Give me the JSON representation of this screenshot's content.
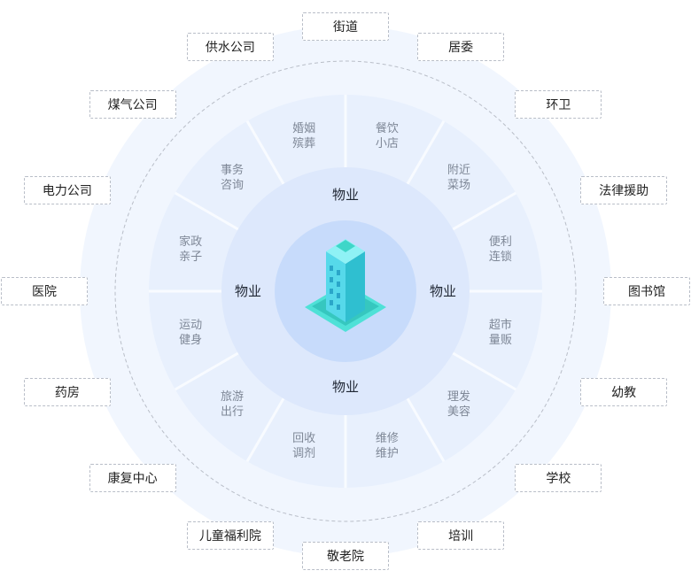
{
  "center": {
    "icon": "building-icon",
    "property_labels": [
      "物业",
      "物业",
      "物业",
      "物业"
    ]
  },
  "services": [
    [
      "餐饮",
      "小店"
    ],
    [
      "附近",
      "菜场"
    ],
    [
      "便利",
      "连锁"
    ],
    [
      "超市",
      "量贩"
    ],
    [
      "理发",
      "美容"
    ],
    [
      "维修",
      "维护"
    ],
    [
      "回收",
      "调剂"
    ],
    [
      "旅游",
      "出行"
    ],
    [
      "运动",
      "健身"
    ],
    [
      "家政",
      "亲子"
    ],
    [
      "事务",
      "咨询"
    ],
    [
      "婚姻",
      "殡葬"
    ]
  ],
  "outer_nodes": [
    "街道",
    "居委",
    "环卫",
    "法律援助",
    "图书馆",
    "幼教",
    "学校",
    "培训",
    "敬老院",
    "儿童福利院",
    "康复中心",
    "药房",
    "医院",
    "电力公司",
    "煤气公司",
    "供水公司"
  ],
  "colors": {
    "outer_ring": "#f1f6fe",
    "service_ring": "#e8f0fd",
    "property_ring": "#dde8fc",
    "center_disc": "#c7dbfb",
    "divider": "#f8fbff",
    "dashed_circle": "#b9bec8",
    "service_text": "#7e8796",
    "property_text": "#1f2633",
    "building_accent": "#3fd6c8"
  }
}
